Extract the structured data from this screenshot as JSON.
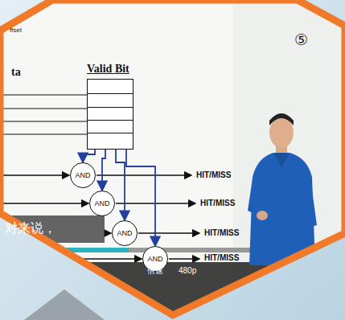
{
  "diagram": {
    "nodes": [
      {
        "text": [
          "Valid Bit"
        ]
      },
      {
        "text": [
          "AND"
        ]
      },
      {
        "text": [
          "AND"
        ]
      },
      {
        "text": [
          "AND"
        ]
      },
      {
        "text": [
          "AND"
        ]
      }
    ],
    "edges": [
      {
        "from": 0,
        "to": 1,
        "arrow": "to"
      },
      {
        "from": 0,
        "to": 2,
        "arrow": "to"
      },
      {
        "from": 0,
        "to": 3,
        "arrow": "to"
      },
      {
        "from": 0,
        "to": 4,
        "arrow": "to"
      }
    ],
    "labels": [
      "ffset",
      "ta",
      "⑤",
      "HIT/MISS",
      "HIT/MISS",
      "HIT/MISS",
      "HIT/MISS",
      "对来说，",
      "倍速",
      "480p"
    ]
  }
}
